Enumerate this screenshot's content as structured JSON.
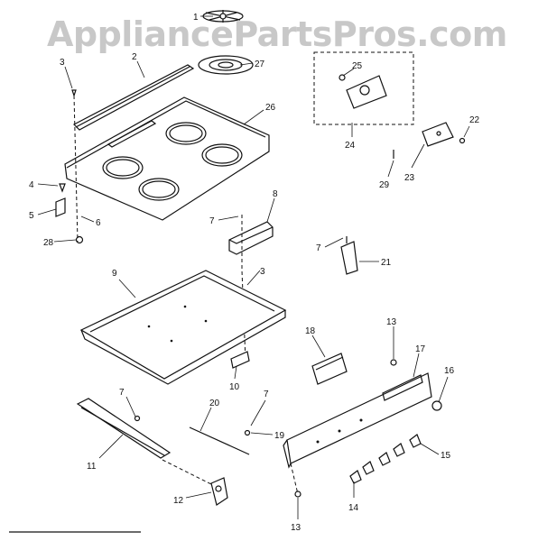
{
  "watermark": "AppliancePartsPros.com",
  "callouts": [
    {
      "id": "1",
      "label": "1"
    },
    {
      "id": "2",
      "label": "2"
    },
    {
      "id": "3a",
      "label": "3"
    },
    {
      "id": "27",
      "label": "27"
    },
    {
      "id": "26",
      "label": "26"
    },
    {
      "id": "25",
      "label": "25"
    },
    {
      "id": "24",
      "label": "24"
    },
    {
      "id": "22",
      "label": "22"
    },
    {
      "id": "23",
      "label": "23"
    },
    {
      "id": "29",
      "label": "29"
    },
    {
      "id": "4",
      "label": "4"
    },
    {
      "id": "5",
      "label": "5"
    },
    {
      "id": "6",
      "label": "6"
    },
    {
      "id": "28",
      "label": "28"
    },
    {
      "id": "8",
      "label": "8"
    },
    {
      "id": "7a",
      "label": "7"
    },
    {
      "id": "7b",
      "label": "7"
    },
    {
      "id": "21",
      "label": "21"
    },
    {
      "id": "3b",
      "label": "3"
    },
    {
      "id": "9",
      "label": "9"
    },
    {
      "id": "10",
      "label": "10"
    },
    {
      "id": "18",
      "label": "18"
    },
    {
      "id": "13a",
      "label": "13"
    },
    {
      "id": "17",
      "label": "17"
    },
    {
      "id": "16",
      "label": "16"
    },
    {
      "id": "7c",
      "label": "7"
    },
    {
      "id": "20",
      "label": "20"
    },
    {
      "id": "7d",
      "label": "7"
    },
    {
      "id": "19",
      "label": "19"
    },
    {
      "id": "11",
      "label": "11"
    },
    {
      "id": "15",
      "label": "15"
    },
    {
      "id": "12",
      "label": "12"
    },
    {
      "id": "14",
      "label": "14"
    },
    {
      "id": "13b",
      "label": "13"
    }
  ]
}
